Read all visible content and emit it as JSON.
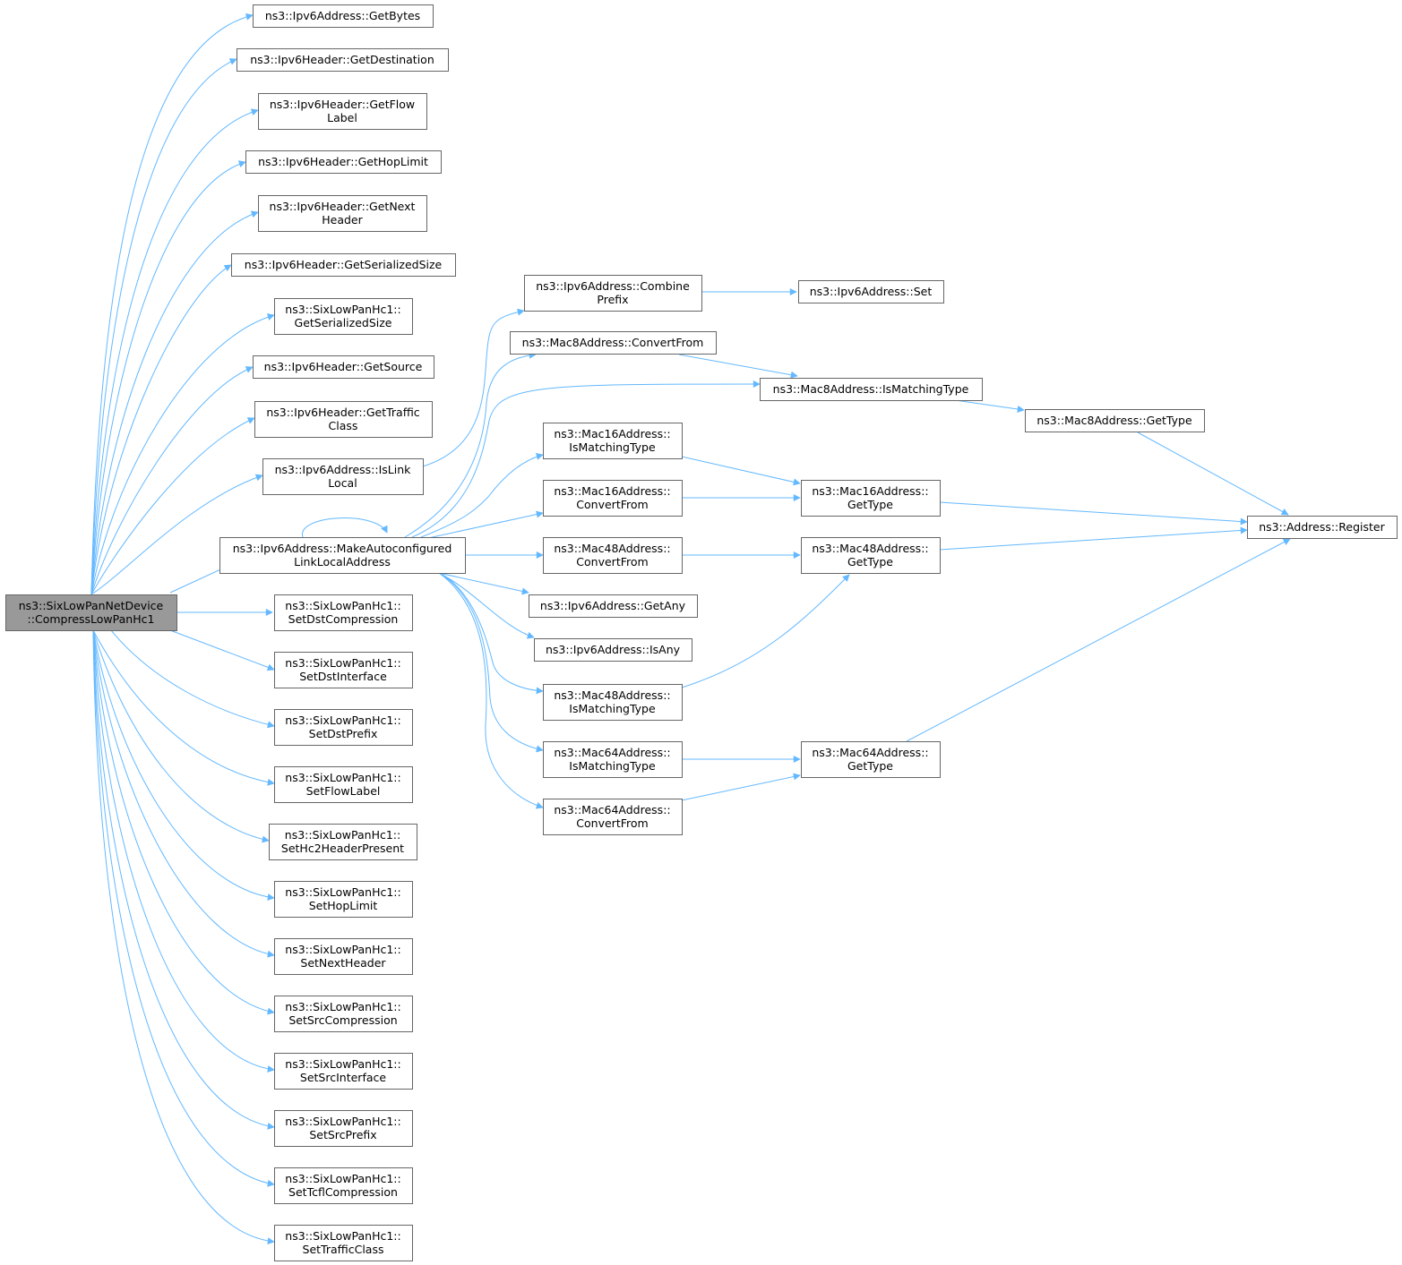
{
  "graph": {
    "edge_color": "#63b8ff",
    "node_border_color": "#666666",
    "root_fill_color": "#999999",
    "node_fill_color": "#ffffff",
    "nodes": {
      "root": [
        "ns3::SixLowPanNetDevice",
        "::CompressLowPanHc1"
      ],
      "n1": [
        "ns3::Ipv6Address::GetBytes"
      ],
      "n2": [
        "ns3::Ipv6Header::GetDestination"
      ],
      "n3": [
        "ns3::Ipv6Header::GetFlow",
        "Label"
      ],
      "n4": [
        "ns3::Ipv6Header::GetHopLimit"
      ],
      "n5": [
        "ns3::Ipv6Header::GetNext",
        "Header"
      ],
      "n6": [
        "ns3::Ipv6Header::GetSerializedSize"
      ],
      "n7": [
        "ns3::SixLowPanHc1::",
        "GetSerializedSize"
      ],
      "n8": [
        "ns3::Ipv6Header::GetSource"
      ],
      "n9": [
        "ns3::Ipv6Header::GetTraffic",
        "Class"
      ],
      "n10": [
        "ns3::Ipv6Address::IsLink",
        "Local"
      ],
      "n11": [
        "ns3::Ipv6Address::MakeAutoconfigured",
        "LinkLocalAddress"
      ],
      "n12": [
        "ns3::SixLowPanHc1::",
        "SetDstCompression"
      ],
      "n13": [
        "ns3::SixLowPanHc1::",
        "SetDstInterface"
      ],
      "n14": [
        "ns3::SixLowPanHc1::",
        "SetDstPrefix"
      ],
      "n15": [
        "ns3::SixLowPanHc1::",
        "SetFlowLabel"
      ],
      "n16": [
        "ns3::SixLowPanHc1::",
        "SetHc2HeaderPresent"
      ],
      "n17": [
        "ns3::SixLowPanHc1::",
        "SetHopLimit"
      ],
      "n18": [
        "ns3::SixLowPanHc1::",
        "SetNextHeader"
      ],
      "n19": [
        "ns3::SixLowPanHc1::",
        "SetSrcCompression"
      ],
      "n20": [
        "ns3::SixLowPanHc1::",
        "SetSrcInterface"
      ],
      "n21": [
        "ns3::SixLowPanHc1::",
        "SetSrcPrefix"
      ],
      "n22": [
        "ns3::SixLowPanHc1::",
        "SetTcflCompression"
      ],
      "n23": [
        "ns3::SixLowPanHc1::",
        "SetTrafficClass"
      ],
      "m1": [
        "ns3::Ipv6Address::Combine",
        "Prefix"
      ],
      "m2": [
        "ns3::Mac8Address::ConvertFrom"
      ],
      "m3": [
        "ns3::Mac16Address::",
        "IsMatchingType"
      ],
      "m4": [
        "ns3::Mac16Address::",
        "ConvertFrom"
      ],
      "m5": [
        "ns3::Mac48Address::",
        "ConvertFrom"
      ],
      "m6": [
        "ns3::Ipv6Address::GetAny"
      ],
      "m7": [
        "ns3::Ipv6Address::IsAny"
      ],
      "m8": [
        "ns3::Mac48Address::",
        "IsMatchingType"
      ],
      "m9": [
        "ns3::Mac64Address::",
        "IsMatchingType"
      ],
      "m10": [
        "ns3::Mac64Address::",
        "ConvertFrom"
      ],
      "k1": [
        "ns3::Ipv6Address::Set"
      ],
      "k2": [
        "ns3::Mac8Address::IsMatchingType"
      ],
      "k3": [
        "ns3::Mac16Address::",
        "GetType"
      ],
      "k4": [
        "ns3::Mac48Address::",
        "GetType"
      ],
      "k5": [
        "ns3::Mac64Address::",
        "GetType"
      ],
      "j1": [
        "ns3::Mac8Address::GetType"
      ],
      "j2": [
        "ns3::Address::Register"
      ]
    }
  }
}
